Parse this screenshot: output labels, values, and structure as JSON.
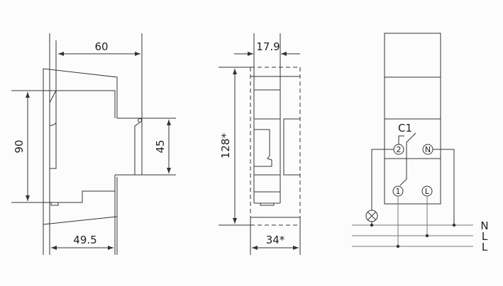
{
  "side_view": {
    "dim_depth": "60",
    "dim_height": "90",
    "dim_rail": "45",
    "dim_depth_lower": "49.5"
  },
  "front_view": {
    "dim_width": "17.9",
    "dim_height": "128*",
    "dim_width_total": "34*"
  },
  "wiring": {
    "contact_label": "C1",
    "terminals": [
      "2",
      "N",
      "1",
      "L"
    ],
    "bus_labels": [
      "N",
      "L",
      "L"
    ]
  }
}
